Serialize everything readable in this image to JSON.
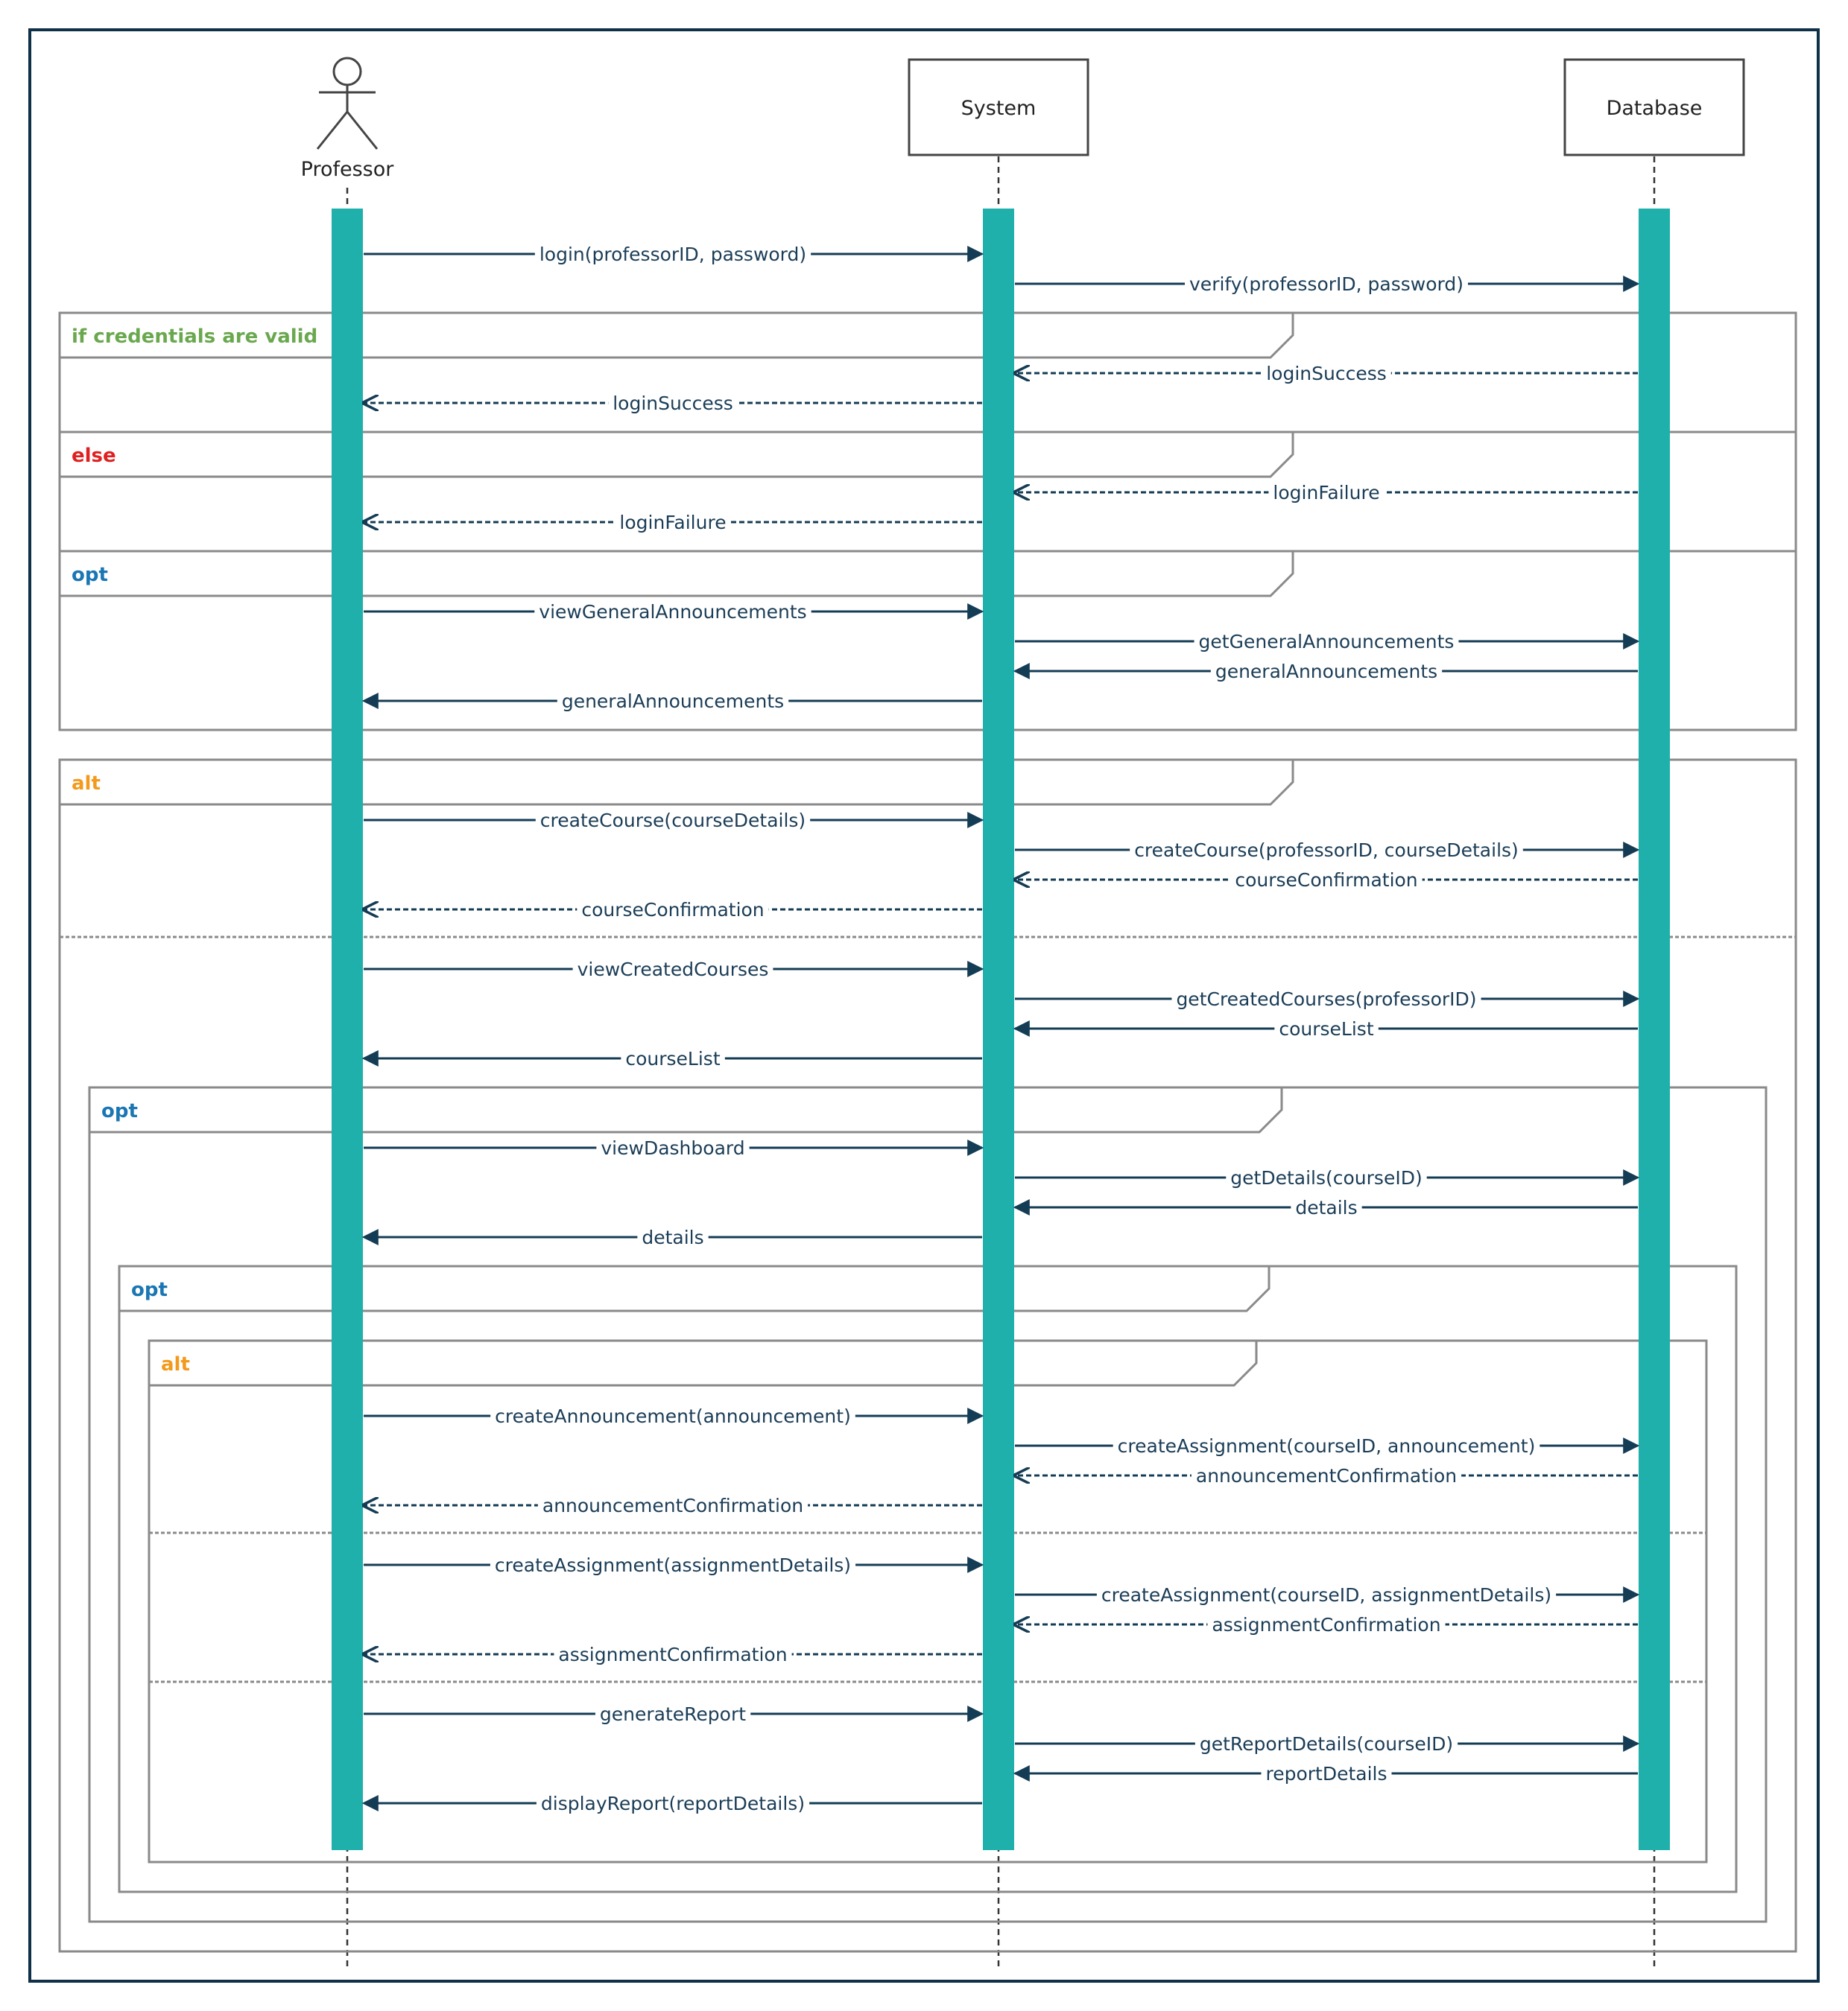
{
  "colors": {
    "border": "#0e3048",
    "frame": "#8a8a8a",
    "activation": "#20b0ab",
    "message": "#143c55",
    "label_green": "#6aa84f",
    "label_red": "#e02020",
    "label_blue": "#1a76b4",
    "label_orange": "#f39a1c"
  },
  "participants": [
    {
      "id": "professor",
      "name": "Professor",
      "kind": "actor"
    },
    {
      "id": "system",
      "name": "System",
      "kind": "box"
    },
    {
      "id": "database",
      "name": "Database",
      "kind": "box"
    }
  ],
  "frames": [
    {
      "label": "if credentials are valid",
      "color": "label_green"
    },
    {
      "label": "else",
      "color": "label_red"
    },
    {
      "label": "opt",
      "color": "label_blue"
    },
    {
      "label": "alt",
      "color": "label_orange"
    },
    {
      "label": "opt",
      "color": "label_blue"
    },
    {
      "label": "opt",
      "color": "label_blue"
    },
    {
      "label": "alt",
      "color": "label_orange"
    }
  ],
  "messages": [
    {
      "from": "professor",
      "to": "system",
      "label": "login(professorID, password)",
      "style": "solid"
    },
    {
      "from": "system",
      "to": "database",
      "label": "verify(professorID, password)",
      "style": "solid"
    },
    {
      "from": "database",
      "to": "system",
      "label": "loginSuccess",
      "style": "dashed"
    },
    {
      "from": "system",
      "to": "professor",
      "label": "loginSuccess",
      "style": "dashed"
    },
    {
      "from": "database",
      "to": "system",
      "label": "loginFailure",
      "style": "dashed"
    },
    {
      "from": "system",
      "to": "professor",
      "label": "loginFailure",
      "style": "dashed"
    },
    {
      "from": "professor",
      "to": "system",
      "label": "viewGeneralAnnouncements",
      "style": "solid"
    },
    {
      "from": "system",
      "to": "database",
      "label": "getGeneralAnnouncements",
      "style": "solid"
    },
    {
      "from": "database",
      "to": "system",
      "label": "generalAnnouncements",
      "style": "solid"
    },
    {
      "from": "system",
      "to": "professor",
      "label": "generalAnnouncements",
      "style": "solid"
    },
    {
      "from": "professor",
      "to": "system",
      "label": "createCourse(courseDetails)",
      "style": "solid"
    },
    {
      "from": "system",
      "to": "database",
      "label": "createCourse(professorID, courseDetails)",
      "style": "solid"
    },
    {
      "from": "database",
      "to": "system",
      "label": "courseConfirmation",
      "style": "dashed"
    },
    {
      "from": "system",
      "to": "professor",
      "label": "courseConfirmation",
      "style": "dashed"
    },
    {
      "from": "professor",
      "to": "system",
      "label": "viewCreatedCourses",
      "style": "solid"
    },
    {
      "from": "system",
      "to": "database",
      "label": "getCreatedCourses(professorID)",
      "style": "solid"
    },
    {
      "from": "database",
      "to": "system",
      "label": "courseList",
      "style": "solid"
    },
    {
      "from": "system",
      "to": "professor",
      "label": "courseList",
      "style": "solid"
    },
    {
      "from": "professor",
      "to": "system",
      "label": "viewDashboard",
      "style": "solid"
    },
    {
      "from": "system",
      "to": "database",
      "label": "getDetails(courseID)",
      "style": "solid"
    },
    {
      "from": "database",
      "to": "system",
      "label": "details",
      "style": "solid"
    },
    {
      "from": "system",
      "to": "professor",
      "label": "details",
      "style": "solid"
    },
    {
      "from": "professor",
      "to": "system",
      "label": "createAnnouncement(announcement)",
      "style": "solid"
    },
    {
      "from": "system",
      "to": "database",
      "label": "createAssignment(courseID, announcement)",
      "style": "solid"
    },
    {
      "from": "database",
      "to": "system",
      "label": "announcementConfirmation",
      "style": "dashed"
    },
    {
      "from": "system",
      "to": "professor",
      "label": "announcementConfirmation",
      "style": "dashed"
    },
    {
      "from": "professor",
      "to": "system",
      "label": "createAssignment(assignmentDetails)",
      "style": "solid"
    },
    {
      "from": "system",
      "to": "database",
      "label": "createAssignment(courseID, assignmentDetails)",
      "style": "solid"
    },
    {
      "from": "database",
      "to": "system",
      "label": "assignmentConfirmation",
      "style": "dashed"
    },
    {
      "from": "system",
      "to": "professor",
      "label": "assignmentConfirmation",
      "style": "dashed"
    },
    {
      "from": "professor",
      "to": "system",
      "label": "generateReport",
      "style": "solid"
    },
    {
      "from": "system",
      "to": "database",
      "label": "getReportDetails(courseID)",
      "style": "solid"
    },
    {
      "from": "database",
      "to": "system",
      "label": "reportDetails",
      "style": "solid"
    },
    {
      "from": "system",
      "to": "professor",
      "label": "displayReport(reportDetails)",
      "style": "solid"
    }
  ]
}
